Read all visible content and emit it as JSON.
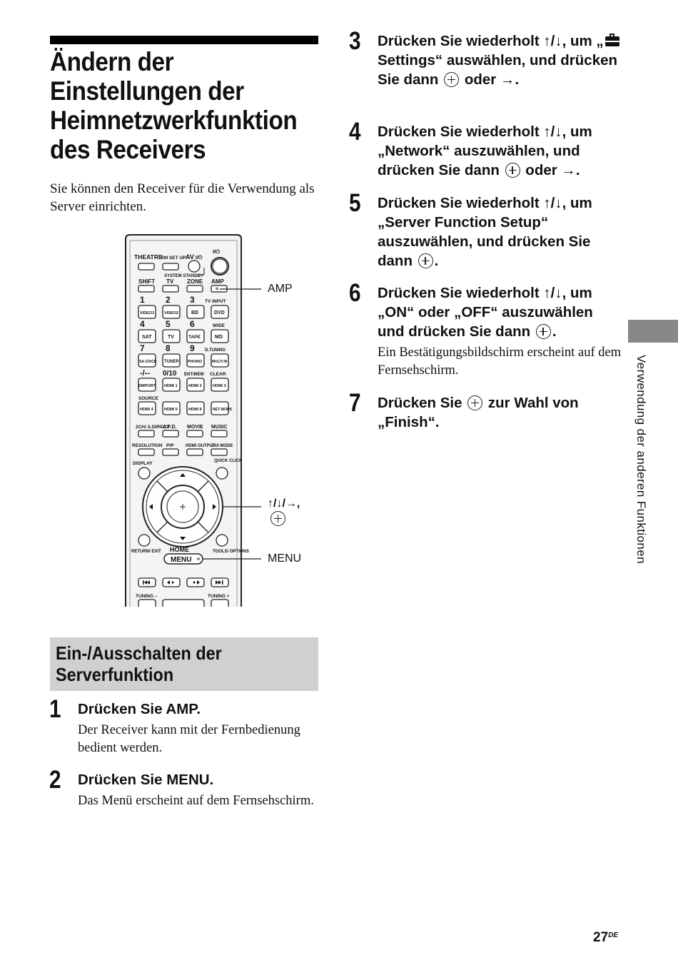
{
  "title": "Ändern der Einstellungen der Heimnetzwerkfunktion des Receivers",
  "intro": "Sie können den Receiver für die Verwendung als Server einrichten.",
  "remote": {
    "top_labels": [
      "THEATRE",
      "RM SET UP",
      "AV",
      "I/⏻",
      "I/⏻"
    ],
    "standby": "SYSTEM STANDBY",
    "row_labels": [
      "SHIFT",
      "TV",
      "ZONE",
      "AMP"
    ],
    "num_row1": [
      "1",
      "2",
      "3",
      "TV INPUT"
    ],
    "btn_row1": [
      "VIDEO1",
      "VIDEO2",
      "BD",
      "DVD"
    ],
    "num_row2": [
      "4",
      "5",
      "6",
      "WIDE"
    ],
    "btn_row2": [
      "SAT",
      "TV",
      "TAPE",
      "MD"
    ],
    "num_row3": [
      "7",
      "8",
      "9",
      "D.TUNING"
    ],
    "btn_row3": [
      "SA-CD/CD",
      "TUNER",
      "PHONO",
      "MULTI IN"
    ],
    "num_row4": [
      "-/--",
      "0/10",
      "ENT/MEM",
      "CLEAR"
    ],
    "btn_row4": [
      "DMPORT",
      "HDMI 1",
      "HDMI 2",
      "HDMI 3"
    ],
    "source": "SOURCE",
    "btn_row5": [
      "HDMI 4",
      "HDMI 5",
      "HDMI 6",
      "NET-WORK"
    ],
    "label_row6": [
      "2CH/ A.DIRECT",
      "A.F.D.",
      "MOVIE",
      "MUSIC"
    ],
    "label_row7": [
      "RESOLUTION",
      "P/P",
      "HDMI OUTPUT",
      "GUI MODE"
    ],
    "display": "DISPLAY",
    "quick_click": "QUICK CLICK",
    "return_exit": "RETURN/ EXIT",
    "home": "HOME",
    "menu": "MENU",
    "tools": "TOOLS/ OPTIONS",
    "tuning_minus": "TUNING –",
    "tuning_plus": "TUNING +"
  },
  "callouts": {
    "amp": "AMP",
    "arrows": "↑/↓/→,",
    "menu": "MENU"
  },
  "section_title": "Ein-/Ausschalten der Serverfunktion",
  "steps": [
    {
      "num": "1",
      "text": "Drücken Sie AMP.",
      "note": "Der Receiver kann mit der Fernbedienung bedient werden."
    },
    {
      "num": "2",
      "text": "Drücken Sie MENU.",
      "note": "Das Menü erscheint auf dem Fernsehschirm."
    },
    {
      "num": "3",
      "text_a": "Drücken Sie wiederholt ↑/↓, um „",
      "text_b": "Settings“ auswählen, und drücken Sie dann",
      "text_c": "oder →."
    },
    {
      "num": "4",
      "text_a": "Drücken Sie wiederholt ↑/↓, um „Network“ auszuwählen, und drücken Sie dann",
      "text_b": "oder →."
    },
    {
      "num": "5",
      "text_a": "Drücken Sie wiederholt ↑/↓, um „Server Function Setup“ auszuwählen, und drücken Sie dann",
      "text_b": "."
    },
    {
      "num": "6",
      "text_a": "Drücken Sie wiederholt ↑/↓, um „ON“ oder „OFF“ auszuwählen und drücken Sie dann",
      "text_b": ".",
      "note": "Ein Bestätigungsbildschirm erscheint auf dem Fernsehschirm."
    },
    {
      "num": "7",
      "text_a": "Drücken Sie",
      "text_b": "zur Wahl von „Finish“."
    }
  ],
  "side_label": "Verwendung der anderen Funktionen",
  "page": {
    "number": "27",
    "suffix": "DE"
  }
}
